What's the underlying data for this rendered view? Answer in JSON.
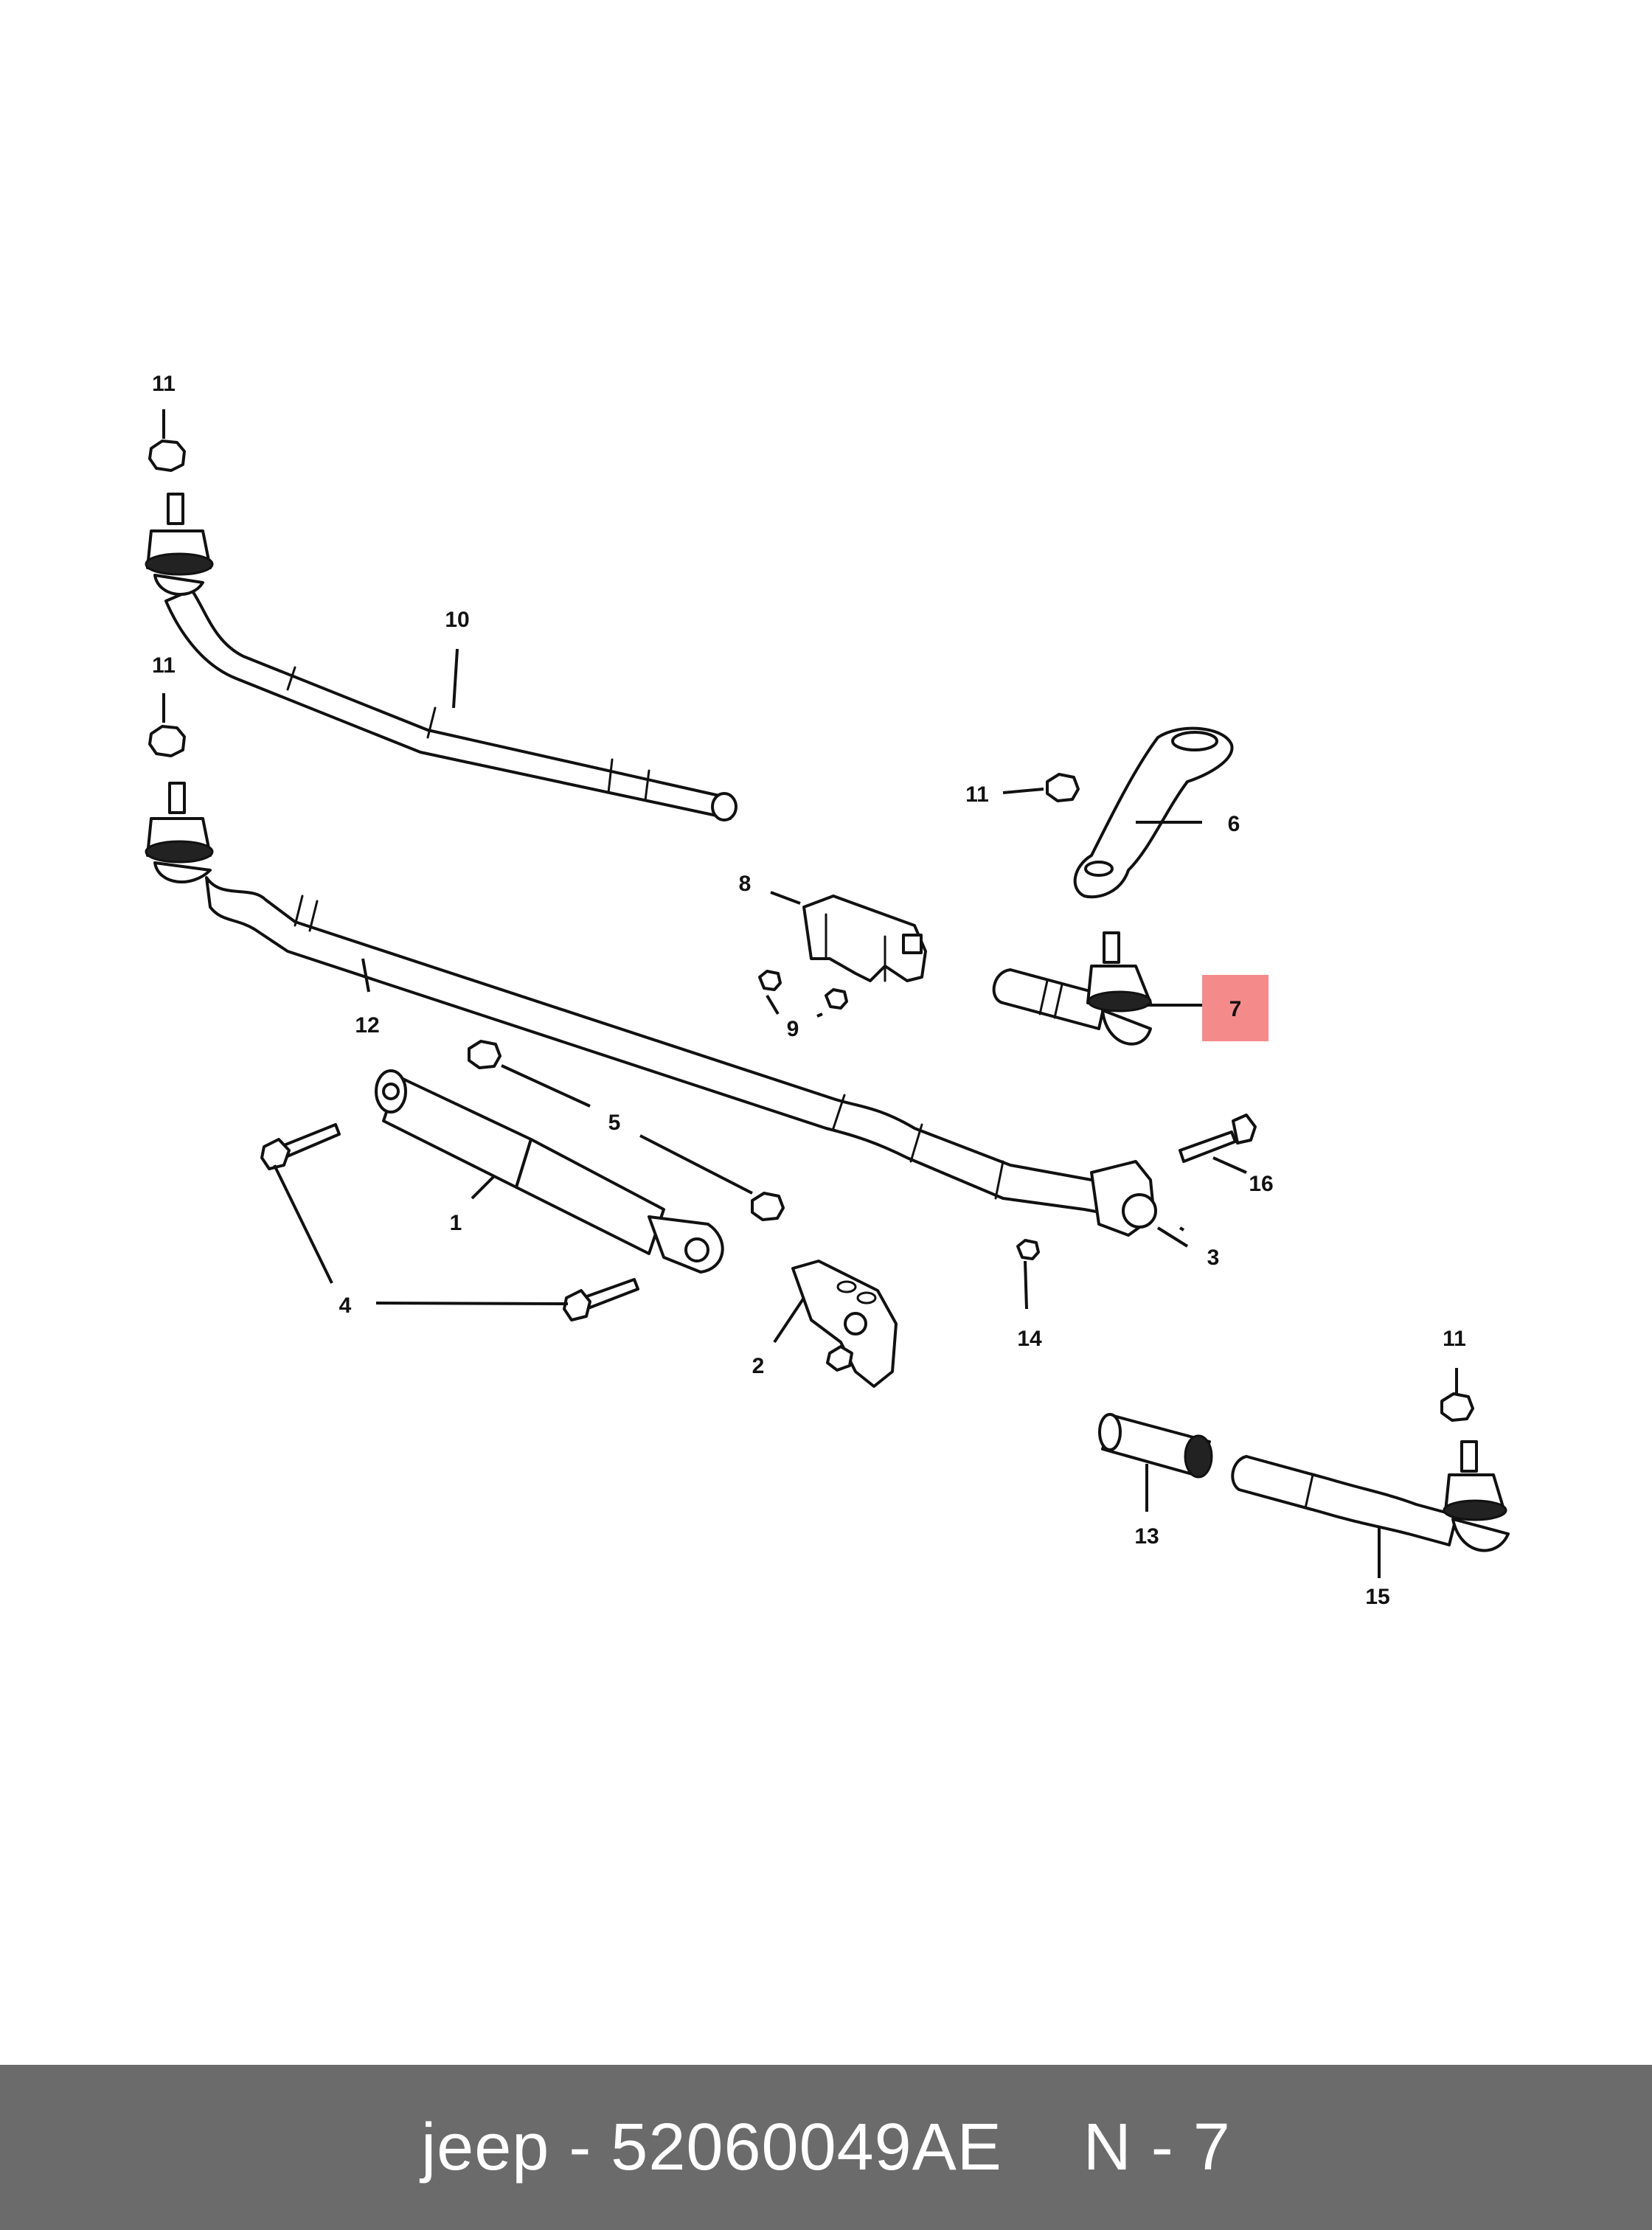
{
  "callouts": {
    "c1": "1",
    "c2": "2",
    "c3": "3",
    "c4": "4",
    "c5": "5",
    "c6": "6",
    "c7": "7",
    "c8": "8",
    "c9": "9",
    "c10": "10",
    "c11a": "11",
    "c11b": "11",
    "c11c": "11",
    "c11d": "11",
    "c12": "12",
    "c13": "13",
    "c14": "14",
    "c15": "15",
    "c16": "16"
  },
  "highlighted_callout": "7",
  "colors": {
    "highlight": "#f58a8a",
    "footer_bg": "#6b6b6b",
    "footer_text": "#ffffff"
  },
  "footer": {
    "brand_part": "jeep - 52060049AE",
    "position_label": "N - 7"
  }
}
